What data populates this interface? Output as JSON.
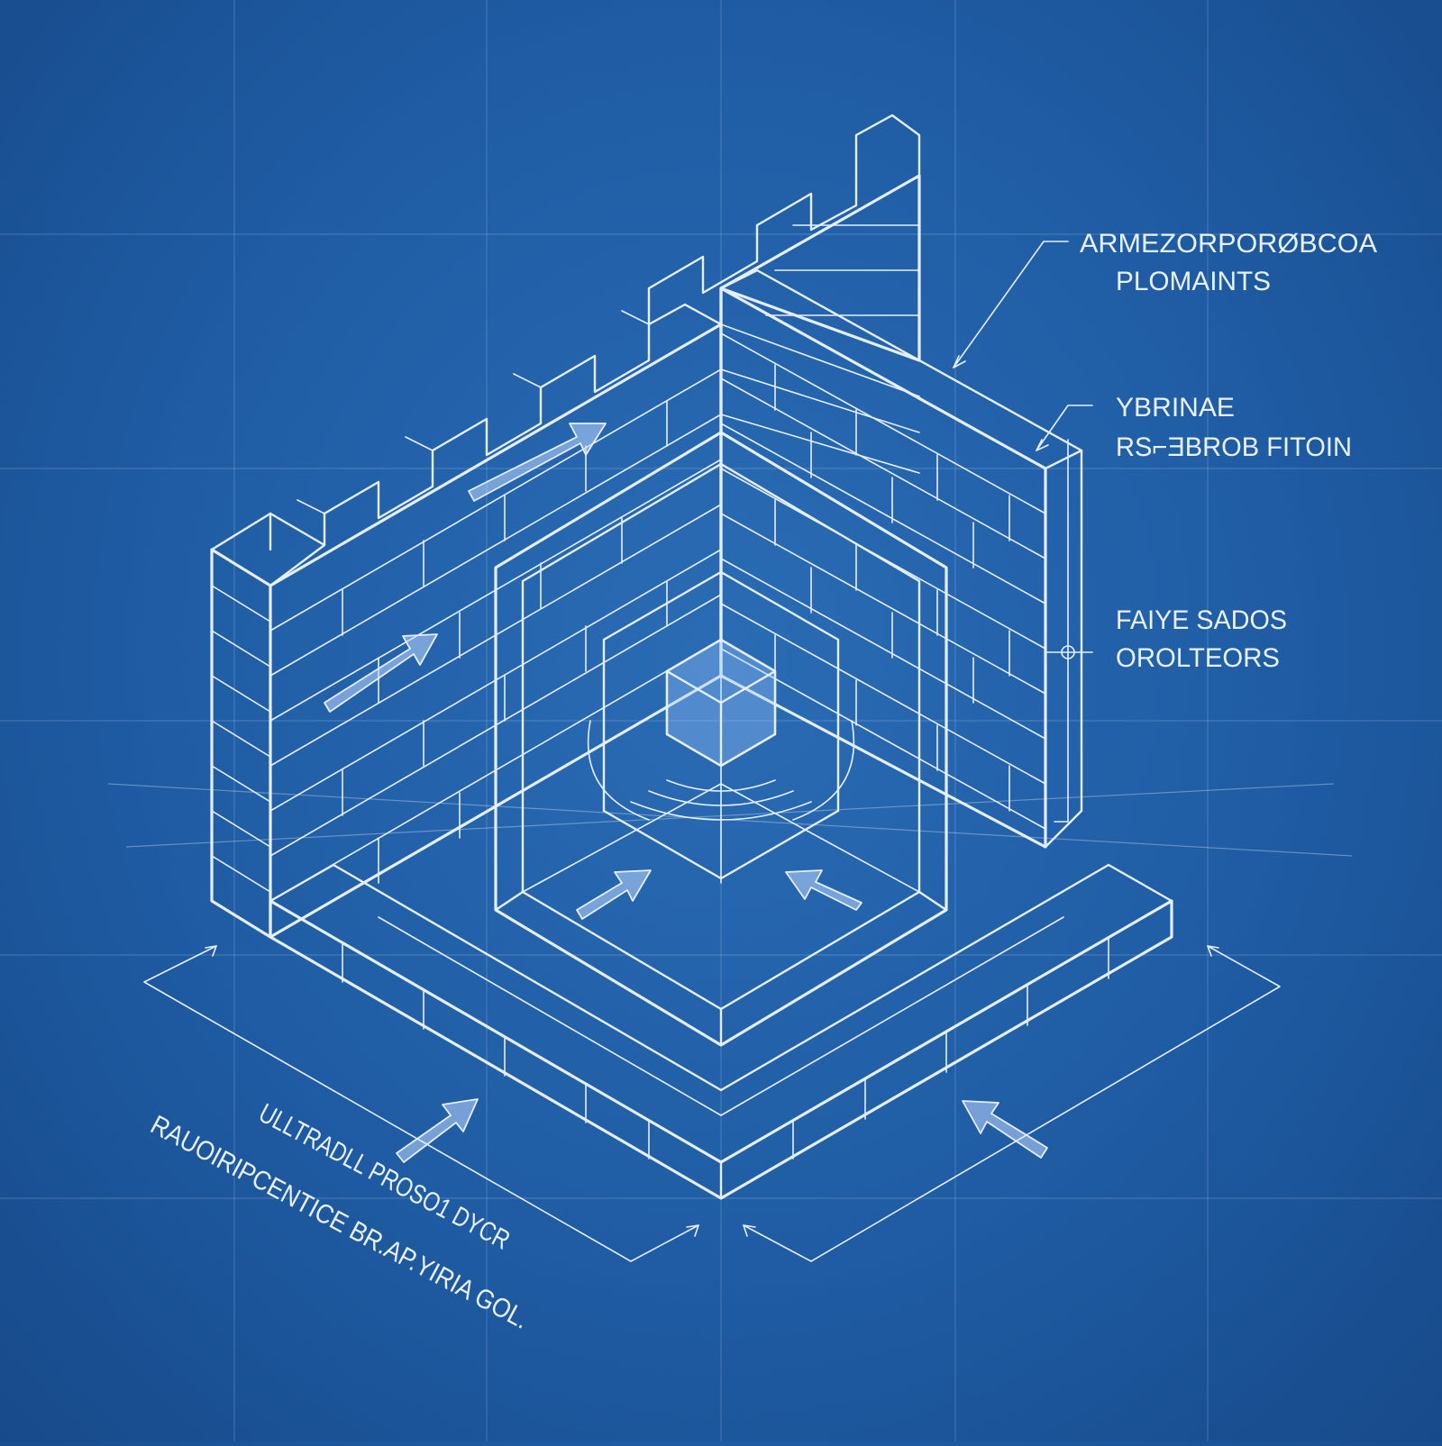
{
  "colors": {
    "background": "#1f5ca4",
    "ink": "#e6efff"
  },
  "callouts": [
    {
      "lines": [
        "ARMEZORPORØBCOA",
        "PLOMAINTS"
      ]
    },
    {
      "lines": [
        "YBRINAE",
        "RS⌐ƎBROB FITOIN"
      ]
    },
    {
      "lines": [
        "FAIYE SADOS",
        "OROLTEORS"
      ]
    }
  ],
  "footnote": {
    "line1": "ULLTRADLL PROSO1 DYCR",
    "line2": "RAUOIRIPCENTICE BR.AP.YIRIA GOL."
  }
}
